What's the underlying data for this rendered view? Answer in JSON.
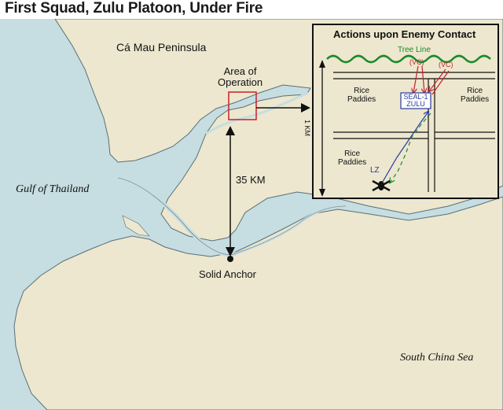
{
  "title": "First Squad, Zulu Platoon, Under Fire",
  "colors": {
    "sea": "#c6dde2",
    "land": "#ece7ce",
    "river": "#c6dde2",
    "outline": "#5b6f76",
    "aoBox": "#c8202a",
    "vc": "#c8202a",
    "seal": "#2a3aa0",
    "friendlyPath": "#1a8a2a",
    "treeLine": "#1a8a2a"
  },
  "labels": {
    "peninsula": "Cá Mau Peninsula",
    "areaOfOperation": "Area of\nOperation",
    "distance": "35 KM",
    "base": "Solid Anchor",
    "gulf": "Gulf of Thailand",
    "southSea": "South China Sea"
  },
  "inset": {
    "title": "Actions upon Enemy Contact",
    "treeLine": "Tree Line",
    "vc1": "(VC)",
    "vc2": "(VC)",
    "riceLeft": "Rice\nPaddies",
    "riceRight": "Rice\nPaddies",
    "riceBottom": "Rice\nPaddies",
    "sealUnit": "SEAL-1\nZULU",
    "scale": "1 KM",
    "lz": "LZ"
  },
  "icons": {
    "aoMarker": "square-outline-icon",
    "base": "dot-icon",
    "helicopter": "helicopter-icon",
    "arrow": "arrow-icon"
  }
}
